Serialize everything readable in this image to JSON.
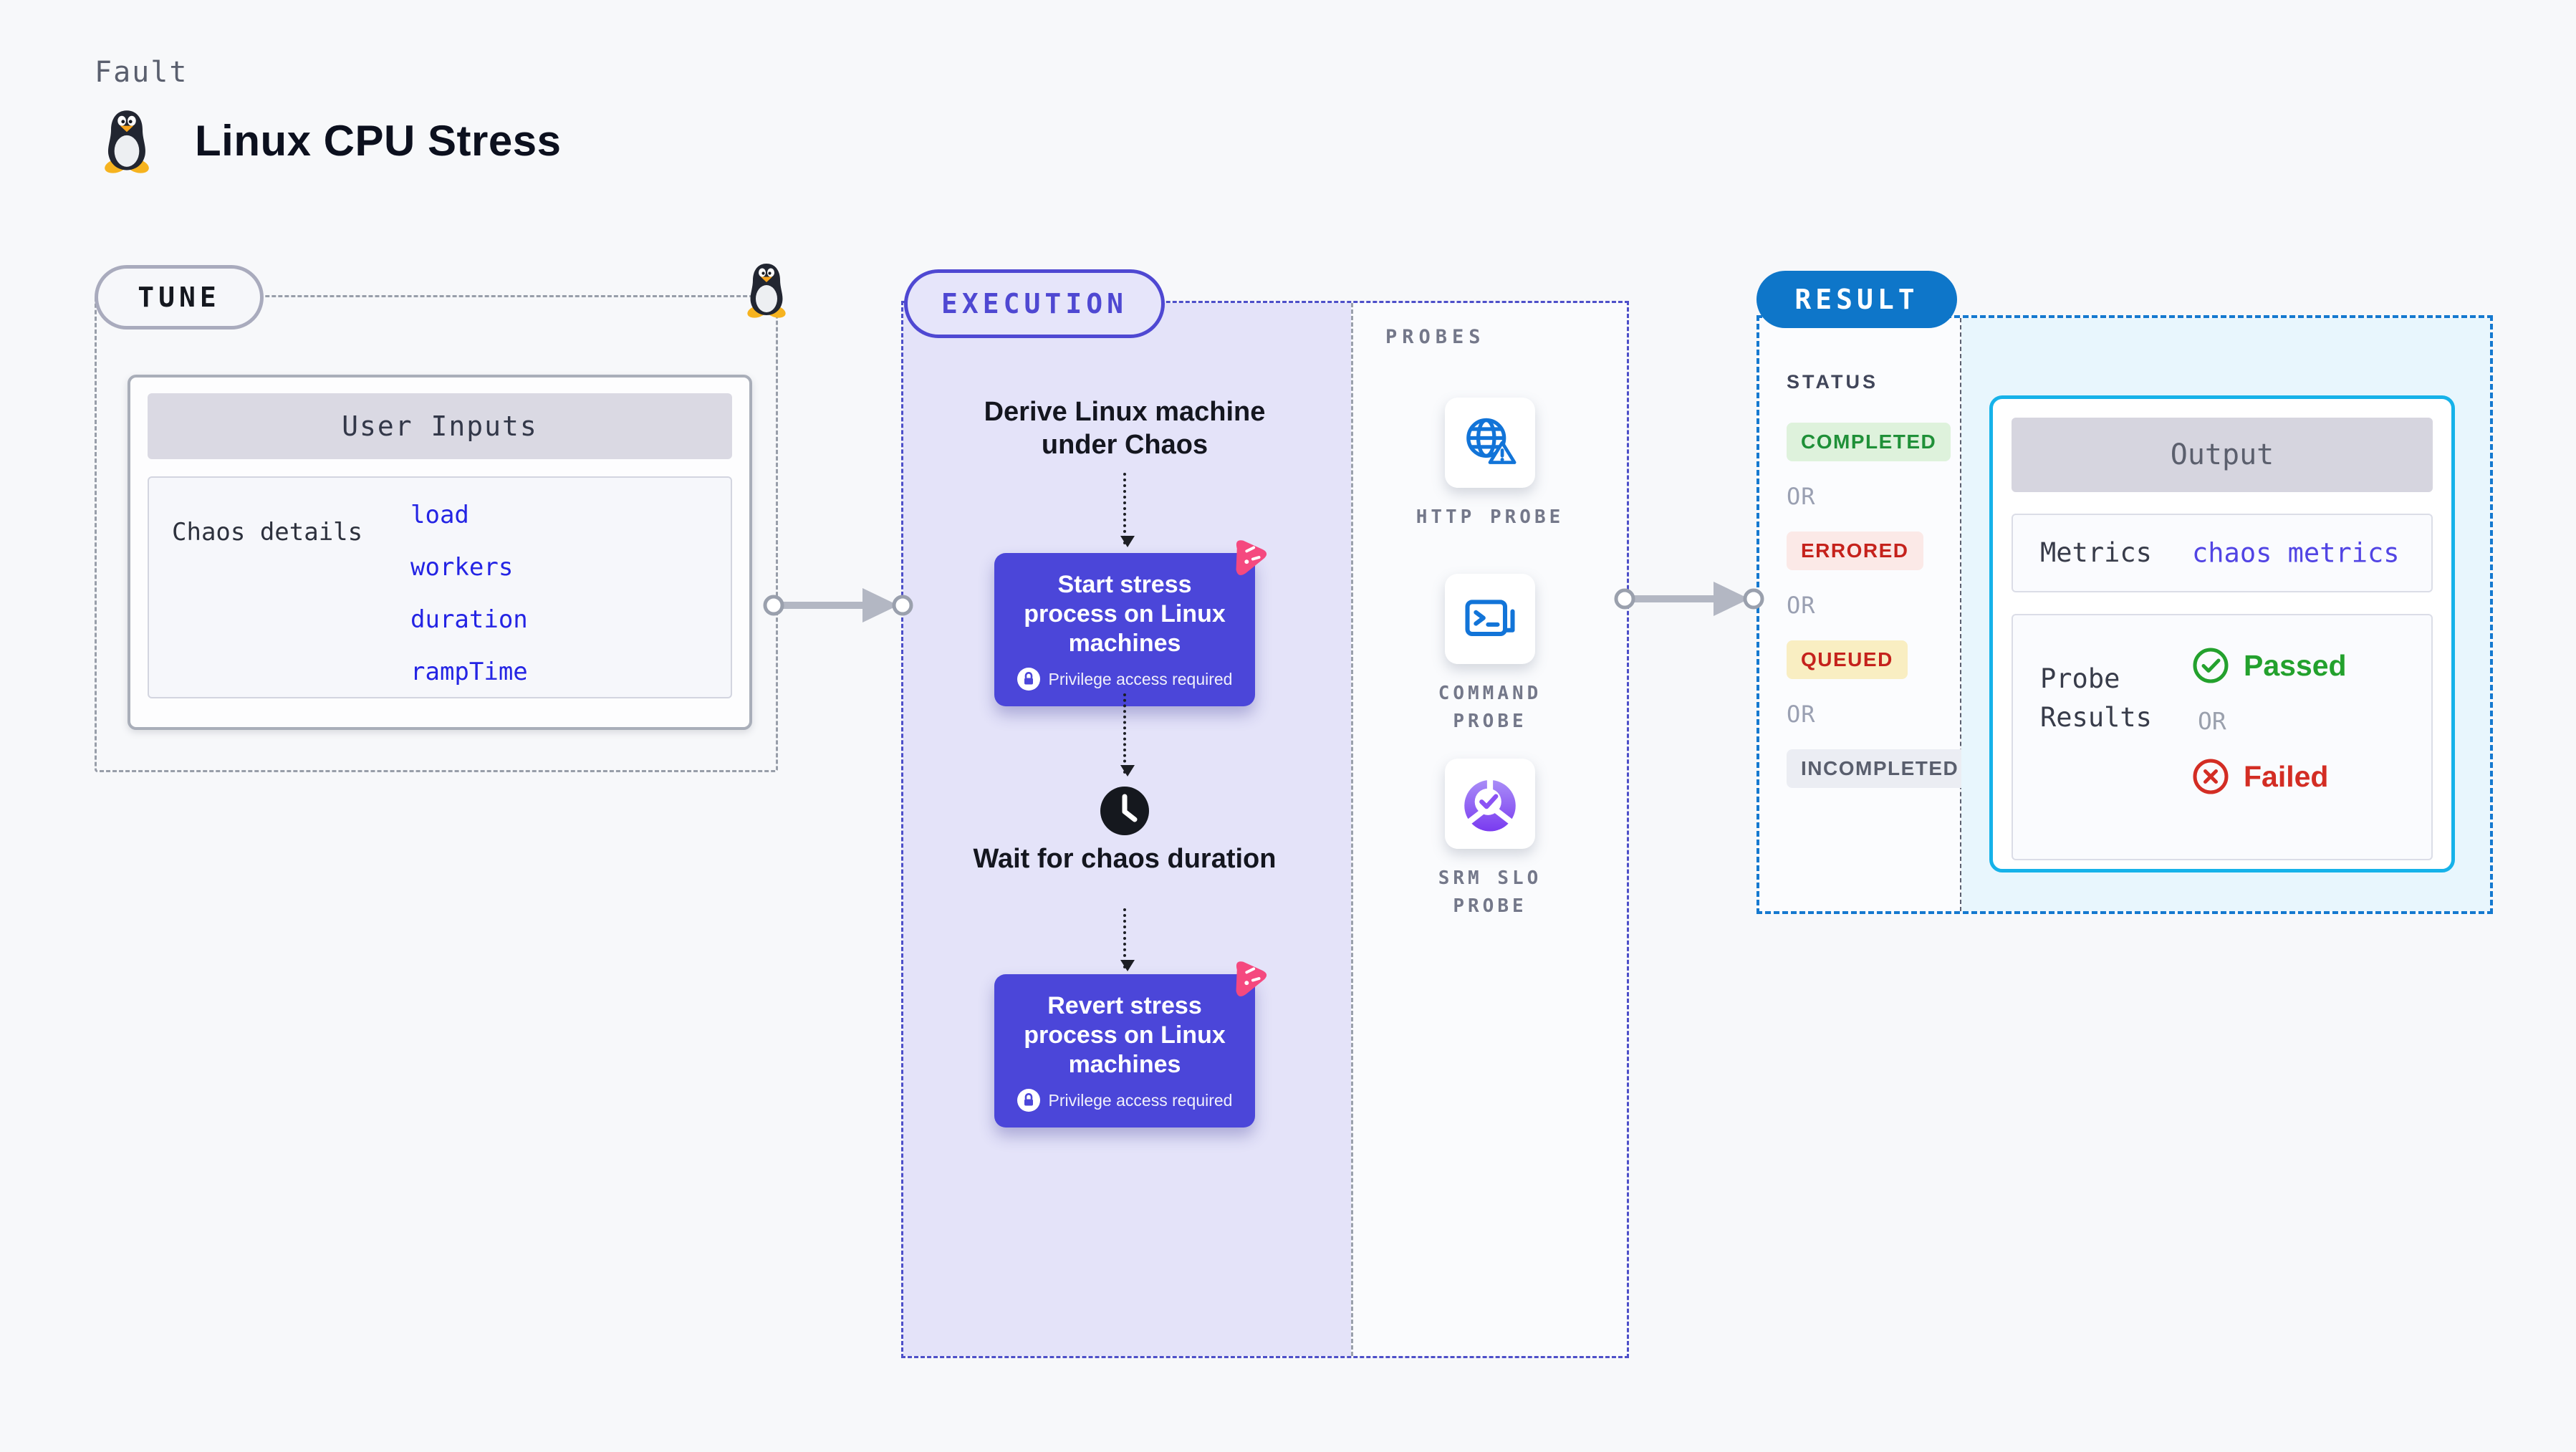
{
  "header": {
    "kicker": "Fault",
    "title": "Linux CPU Stress",
    "icon": "tux-penguin"
  },
  "tune": {
    "badge": "TUNE",
    "user_inputs": {
      "title": "User Inputs",
      "row_label": "Chaos details",
      "params": [
        "load",
        "workers",
        "duration",
        "rampTime"
      ]
    }
  },
  "execution": {
    "badge": "EXECUTION",
    "derive_step": "Derive Linux machine under Chaos",
    "start_step": {
      "title": "Start stress process on Linux machines",
      "note": "Privilege access required"
    },
    "wait_step": "Wait for chaos duration",
    "revert_step": {
      "title": "Revert stress process on Linux machines",
      "note": "Privilege access required"
    },
    "probes": {
      "title": "PROBES",
      "items": [
        {
          "label": "HTTP PROBE",
          "icon": "globe-alert"
        },
        {
          "label": "COMMAND PROBE",
          "icon": "terminal"
        },
        {
          "label": "SRM SLO PROBE",
          "icon": "slo-donut"
        }
      ]
    }
  },
  "result": {
    "badge": "RESULT",
    "status": {
      "title": "STATUS",
      "separator": "OR",
      "items": [
        {
          "label": "COMPLETED",
          "color": "#1f9038",
          "bg": "#def2dc"
        },
        {
          "label": "ERRORED",
          "color": "#c5221c",
          "bg": "#fbe9e7"
        },
        {
          "label": "QUEUED",
          "color": "#c5221c",
          "bg": "#f9eec2"
        },
        {
          "label": "INCOMPLETED",
          "color": "#595e6d",
          "bg": "#ebedf3"
        }
      ]
    },
    "output": {
      "title": "Output",
      "metrics_label": "Metrics",
      "metrics_value": "chaos metrics",
      "probe_results_label": "Probe Results",
      "passed": "Passed",
      "separator": "OR",
      "failed": "Failed"
    }
  },
  "colors": {
    "page_bg": "#f7f8fa",
    "action_indigo": "#4b46d9",
    "execution_accent": "#4f48d2",
    "execution_fill": "#e4e3f9",
    "result_accent": "#0e76c9",
    "result_dash": "#1579cf",
    "output_border": "#16b2e9",
    "output_fill": "#e8f6fd",
    "link_blue": "#2424e4",
    "chaos_pink": "#f5497f",
    "probe_icon_blue": "#1274d8",
    "passed_green": "#23a12d",
    "failed_red": "#d32d24",
    "arrow_gray": "#b3b7c3"
  }
}
